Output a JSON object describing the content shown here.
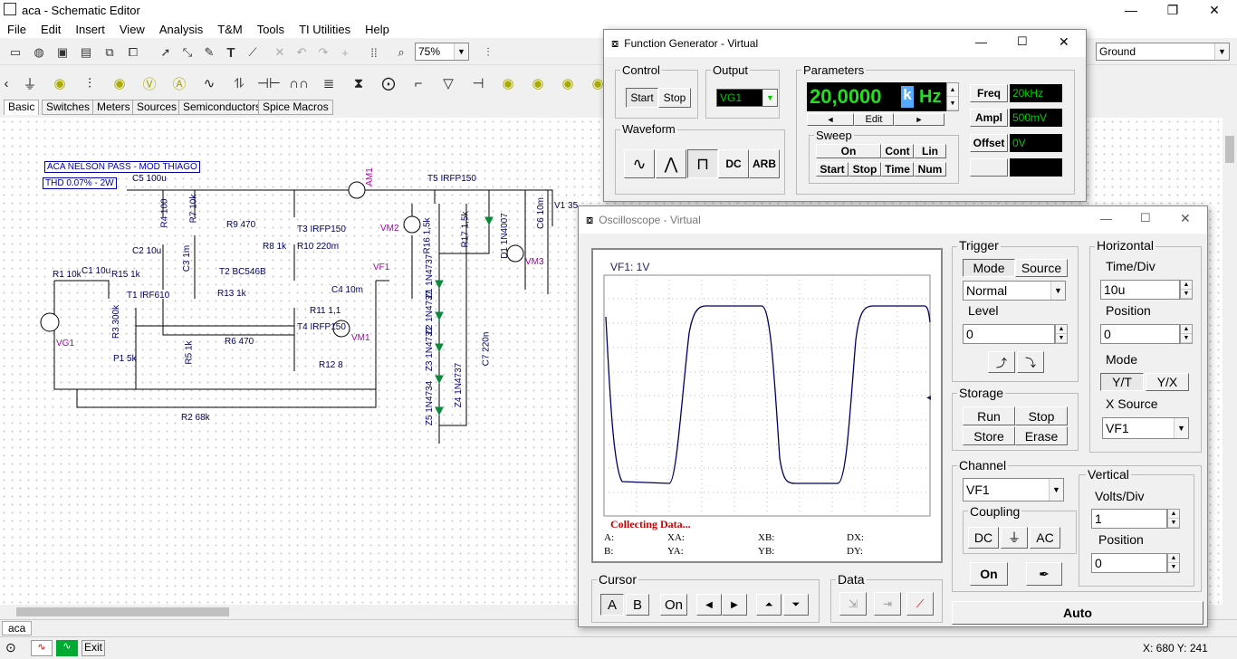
{
  "app": {
    "title": "aca - Schematic Editor",
    "minimize": "—",
    "maximize": "❐",
    "close": "✕"
  },
  "menu": [
    "File",
    "Edit",
    "Insert",
    "View",
    "Analysis",
    "T&M",
    "Tools",
    "TI Utilities",
    "Help"
  ],
  "toolbar": {
    "zoom": "75%",
    "ground_select": "Ground"
  },
  "component_tabs": [
    "Basic",
    "Switches",
    "Meters",
    "Sources",
    "Semiconductors",
    "Spice Macros"
  ],
  "schematic": {
    "title_box": "ACA NELSON PASS - MOD THIAGO",
    "thd_box": "THD 0.07% - 2W",
    "labels": [
      "C5 100u",
      "R4 100",
      "R7 10k",
      "C2 10u",
      "R9 470",
      "T3 IRFP150",
      "R8 1k",
      "R10 220m",
      "C3 1m",
      "T2 BC546B",
      "R1 10k",
      "C1 10u",
      "R15 1k",
      "T1 IRF610",
      "R13 1k",
      "C4 10m",
      "VF1",
      "R11 1,1",
      "T4 IRFP150",
      "R3 300k",
      "P1 5k",
      "R5 1k",
      "R6 470",
      "R12 8",
      "R2 68k",
      "VG1",
      "VM1",
      "VM2",
      "VM3",
      "AM1",
      "T5 IRFP150",
      "R16 1,5k",
      "R17 1,5k",
      "D1 1N4007",
      "C6 10m",
      "V1 35",
      "Z1 1N4737",
      "Z2 1N4737",
      "Z3 1N4737",
      "Z4 1N4737",
      "Z5 1N4734",
      "C7 220n"
    ]
  },
  "sheet_tab": "aca",
  "status": {
    "coords": "X: 680  Y: 241",
    "exit": "Exit"
  },
  "fg": {
    "title": "Function Generator - Virtual",
    "control_label": "Control",
    "start": "Start",
    "stop": "Stop",
    "output_label": "Output",
    "output_value": "VG1",
    "parameters_label": "Parameters",
    "display_value": "20,0000",
    "prefix": "k",
    "unit": "Hz",
    "left_arrow": "◄",
    "edit": "Edit",
    "right_arrow": "►",
    "freq": "Freq",
    "freq_val": "20kHz",
    "ampl": "Ampl",
    "ampl_val": "500mV",
    "offset": "Offset",
    "offset_val": "0V",
    "waveform_label": "Waveform",
    "dc": "DC",
    "arb": "ARB",
    "sweep_label": "Sweep",
    "on": "On",
    "cont": "Cont",
    "lin": "Lin",
    "sw_start": "Start",
    "sw_stop": "Stop",
    "time": "Time",
    "num": "Num"
  },
  "osc": {
    "title": "Oscilloscope - Virtual",
    "trace_label": "VF1: 1V",
    "collecting": "Collecting Data...",
    "a": "A:",
    "b": "B:",
    "xa": "XA:",
    "ya": "YA:",
    "xb": "XB:",
    "yb": "YB:",
    "dx": "DX:",
    "dy": "DY:",
    "trigger": {
      "label": "Trigger",
      "mode": "Mode",
      "source": "Source",
      "mode_value": "Normal",
      "level_label": "Level",
      "level_value": "0"
    },
    "horizontal": {
      "label": "Horizontal",
      "timediv_label": "Time/Div",
      "timediv": "10u",
      "position_label": "Position",
      "position": "0",
      "mode_label": "Mode",
      "yt": "Y/T",
      "yx": "Y/X",
      "xsource_label": "X Source",
      "xsource": "VF1"
    },
    "storage": {
      "label": "Storage",
      "run": "Run",
      "stop": "Stop",
      "store": "Store",
      "erase": "Erase"
    },
    "channel": {
      "label": "Channel",
      "value": "VF1",
      "coupling_label": "Coupling",
      "dc": "DC",
      "gnd": "⏚",
      "ac": "AC",
      "on": "On"
    },
    "vertical": {
      "label": "Vertical",
      "voltsdiv_label": "Volts/Div",
      "voltsdiv": "1",
      "position_label": "Position",
      "position": "0"
    },
    "cursor": {
      "label": "Cursor",
      "a": "A",
      "b": "B",
      "on": "On"
    },
    "data_label": "Data",
    "auto": "Auto"
  }
}
